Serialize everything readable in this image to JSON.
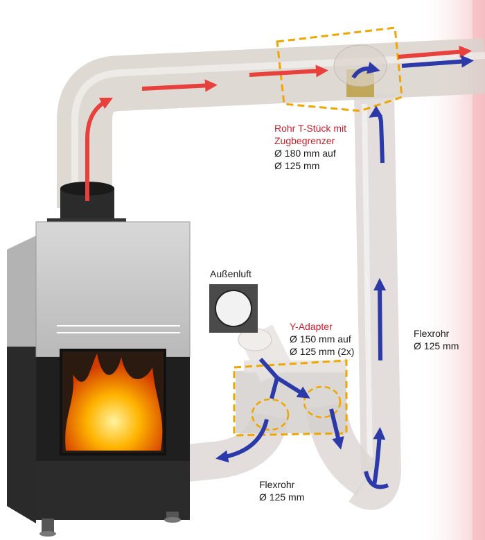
{
  "labels": {
    "t_piece": {
      "title_line1": "Rohr T-Stück mit",
      "title_line2": "Zugbegrenzer",
      "dim_line1": "Ø 180 mm auf",
      "dim_line2": "Ø 125 mm"
    },
    "outside_air": "Außenluft",
    "y_adapter": {
      "title": "Y-Adapter",
      "dim_line1": "Ø 150 mm auf",
      "dim_line2": "Ø 125 mm (2x)"
    },
    "flexrohr_right": {
      "line1": "Flexrohr",
      "line2": "Ø 125 mm"
    },
    "flexrohr_bottom": {
      "line1": "Flexrohr",
      "line2": "Ø 125 mm"
    }
  },
  "colors": {
    "exhaust_arrow": "#e8403c",
    "air_arrow": "#2b3aa8",
    "pipe_fill": "#d9d2cc",
    "highlight_dash": "#f0a500",
    "flame": "#f5a300",
    "stove_body": "#2b2b2b",
    "stove_panel": "#c9c9c9"
  }
}
